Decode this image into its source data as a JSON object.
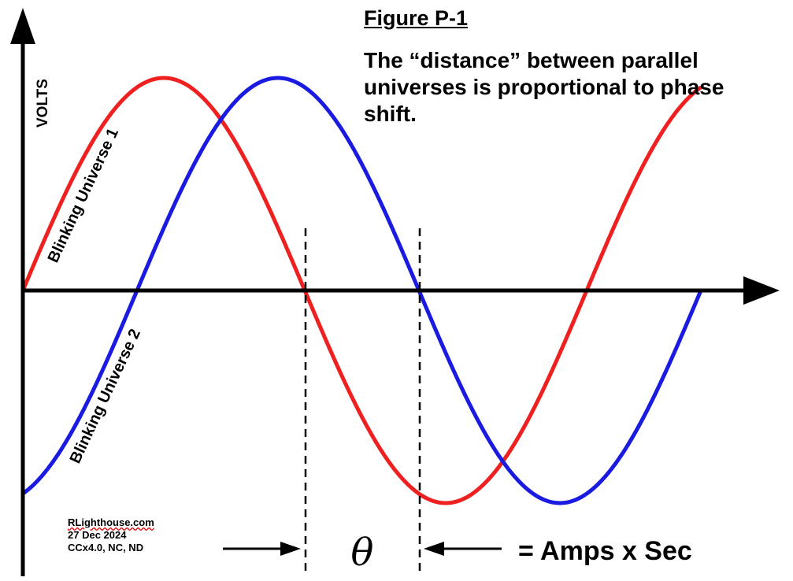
{
  "figure": {
    "title": "Figure P-1",
    "caption": "The “distance” between parallel universes is proportional to phase shift."
  },
  "axes": {
    "y_label": "VOLTS"
  },
  "waves": [
    {
      "label": "Blinking Universe 1",
      "color": "#ee2020"
    },
    {
      "label": "Blinking Universe 2",
      "color": "#1a1ae0"
    }
  ],
  "phase": {
    "symbol": "θ",
    "equation": "= Amps x Sec"
  },
  "credits": {
    "site": "RLighthouse.com",
    "date": "27 Dec 2024",
    "license": "CCx4.0, NC, ND"
  }
}
